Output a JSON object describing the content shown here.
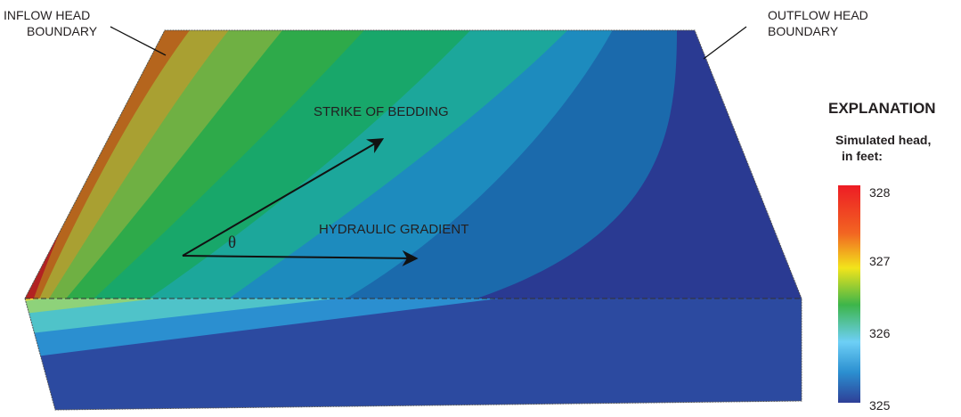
{
  "labels": {
    "inflow_line1": "INFLOW HEAD",
    "inflow_line2": "BOUNDARY",
    "outflow_line1": "OUTFLOW HEAD",
    "outflow_line2": "BOUNDARY",
    "strike": "STRIKE OF BEDDING",
    "gradient": "HYDRAULIC GRADIENT",
    "angle": "θ"
  },
  "explanation": {
    "title": "EXPLANATION",
    "subtitle_line1": "Simulated head,",
    "subtitle_line2": "in feet:",
    "ticks": [
      "328",
      "327",
      "326",
      "325"
    ],
    "colors": {
      "top": "#ed1c24",
      "yellow": "#f2e41b",
      "green": "#3db54a",
      "cyan": "#6dcff6",
      "blue": "#2e3f97"
    }
  },
  "bands": {
    "top_face": [
      "#b22222",
      "#b5651d",
      "#a9a032",
      "#6fb043",
      "#2eaa4a",
      "#18a76a",
      "#1ca79b",
      "#1d8bbe",
      "#1b6aac",
      "#2a3a92"
    ],
    "front_face": [
      "#f1d53a",
      "#8ed27a",
      "#4fc3c9",
      "#2b8fd0",
      "#2c4aa0"
    ]
  }
}
